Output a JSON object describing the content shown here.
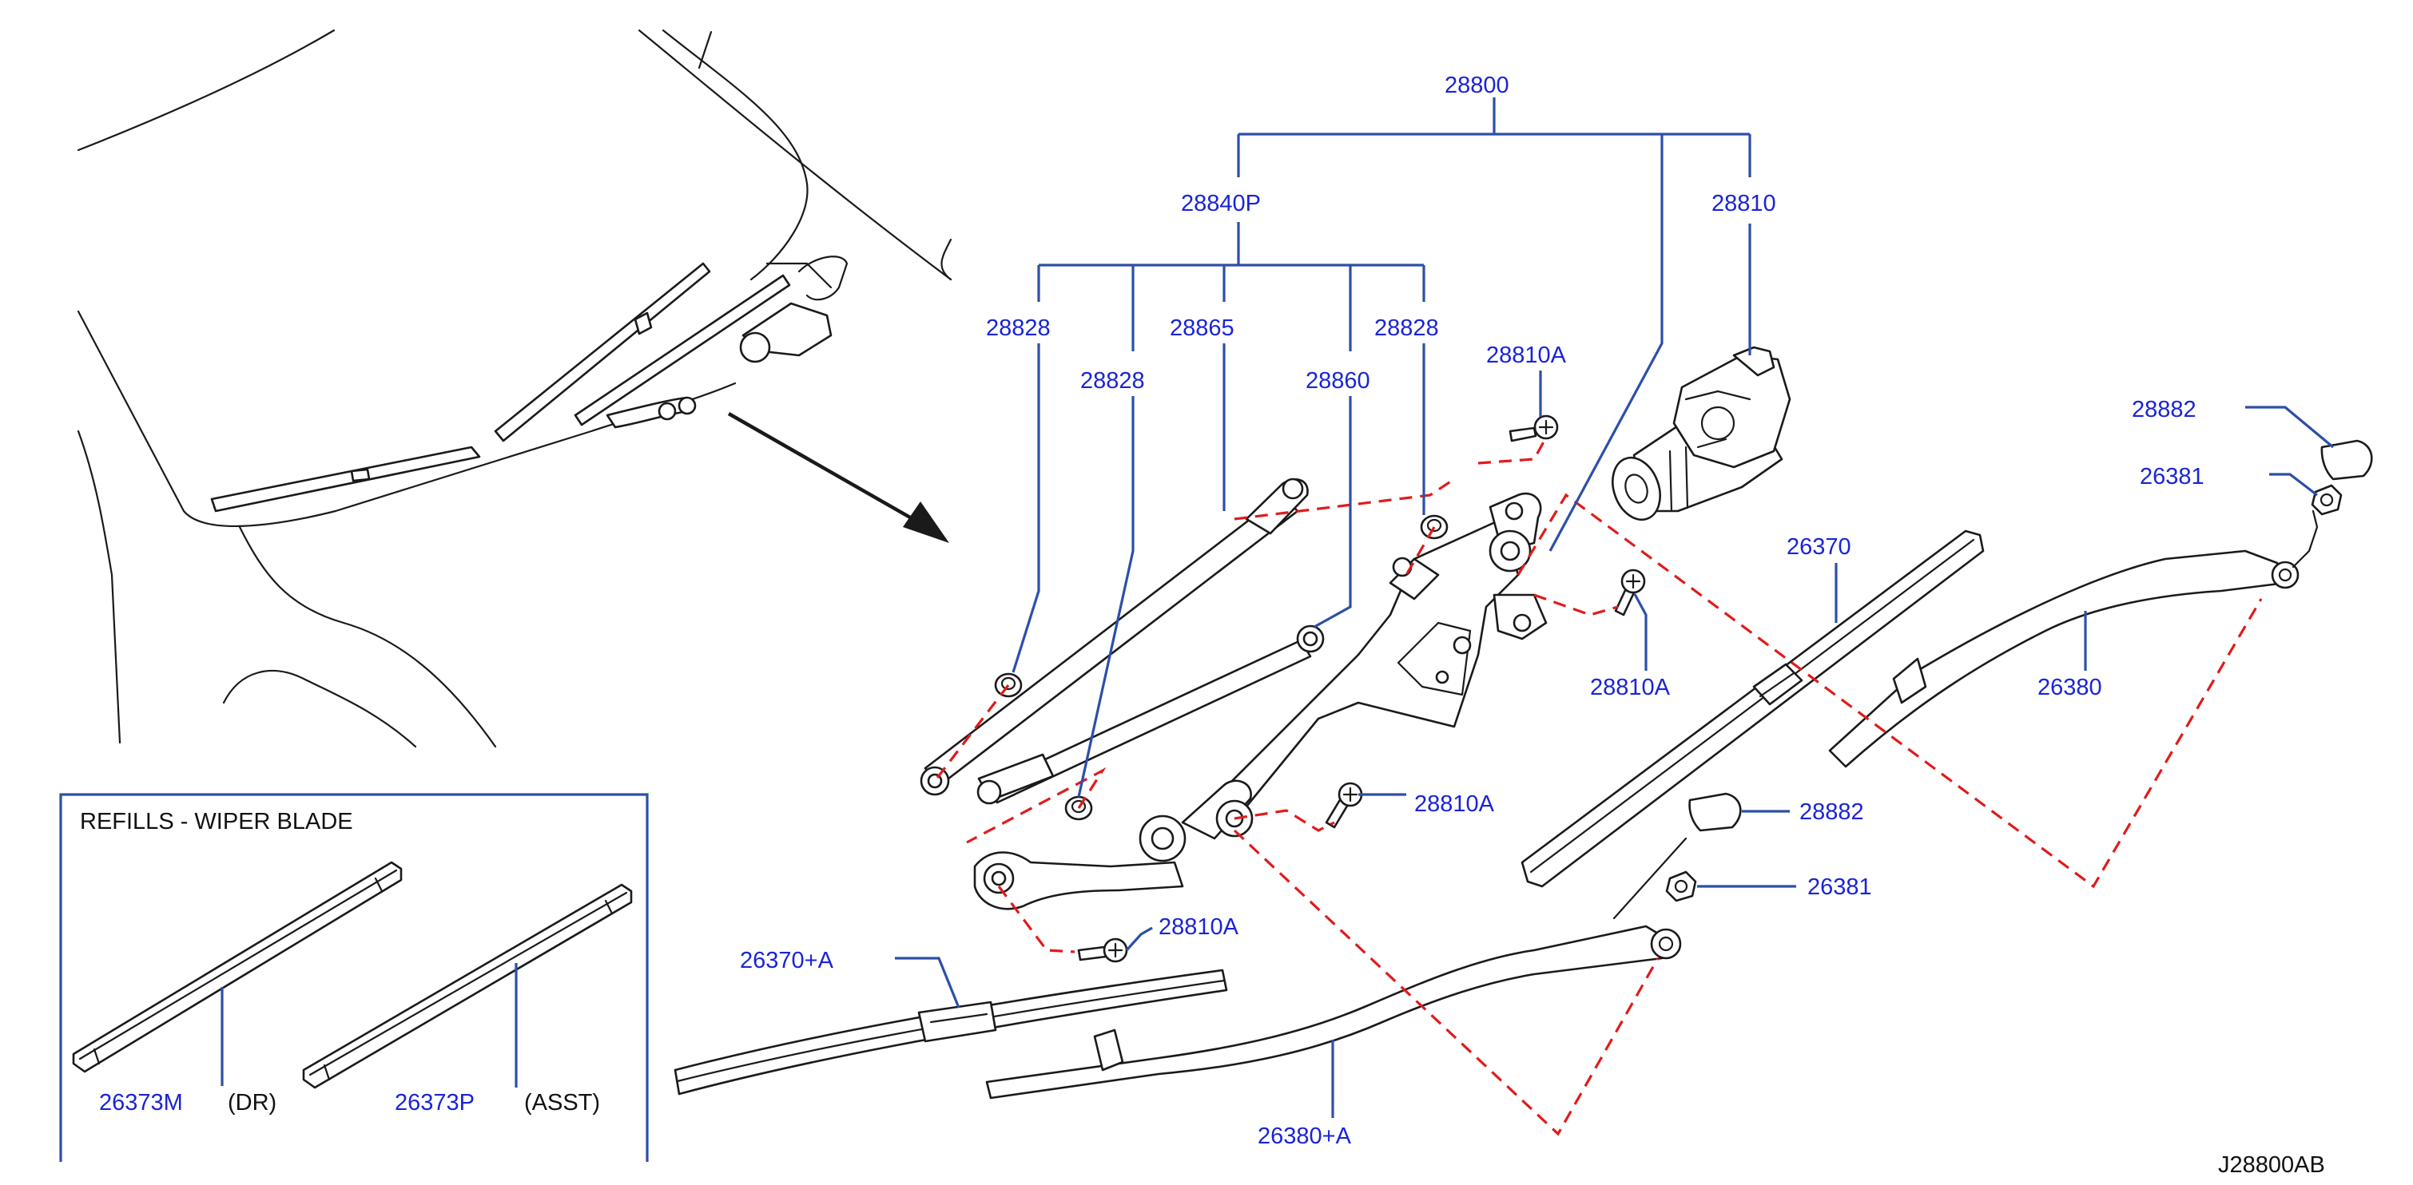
{
  "diagram": {
    "code": "J28800AB",
    "refills_title": "REFILLS  -  WIPER  BLADE",
    "parts": {
      "p28800": "28800",
      "p28840P": "28840P",
      "p28810": "28810",
      "p28828_a": "28828",
      "p28828_b": "28828",
      "p28828_c": "28828",
      "p28865": "28865",
      "p28860": "28860",
      "p28810A_1": "28810A",
      "p28810A_2": "28810A",
      "p28810A_3": "28810A",
      "p28810A_4": "28810A",
      "p28882_1": "28882",
      "p28882_2": "28882",
      "p26381_1": "26381",
      "p26381_2": "26381",
      "p26370": "26370",
      "p26380": "26380",
      "p26370A": "26370+A",
      "p26380A": "26380+A",
      "p26373M": "26373M",
      "p26373P": "26373P"
    },
    "qualifiers": {
      "dr": "(DR)",
      "asst": "(ASST)"
    },
    "colors": {
      "callout": "#1a24d6",
      "leader": "#2c4fa8",
      "phantom": "#e01b1b",
      "outline": "#1a1a1a"
    }
  }
}
